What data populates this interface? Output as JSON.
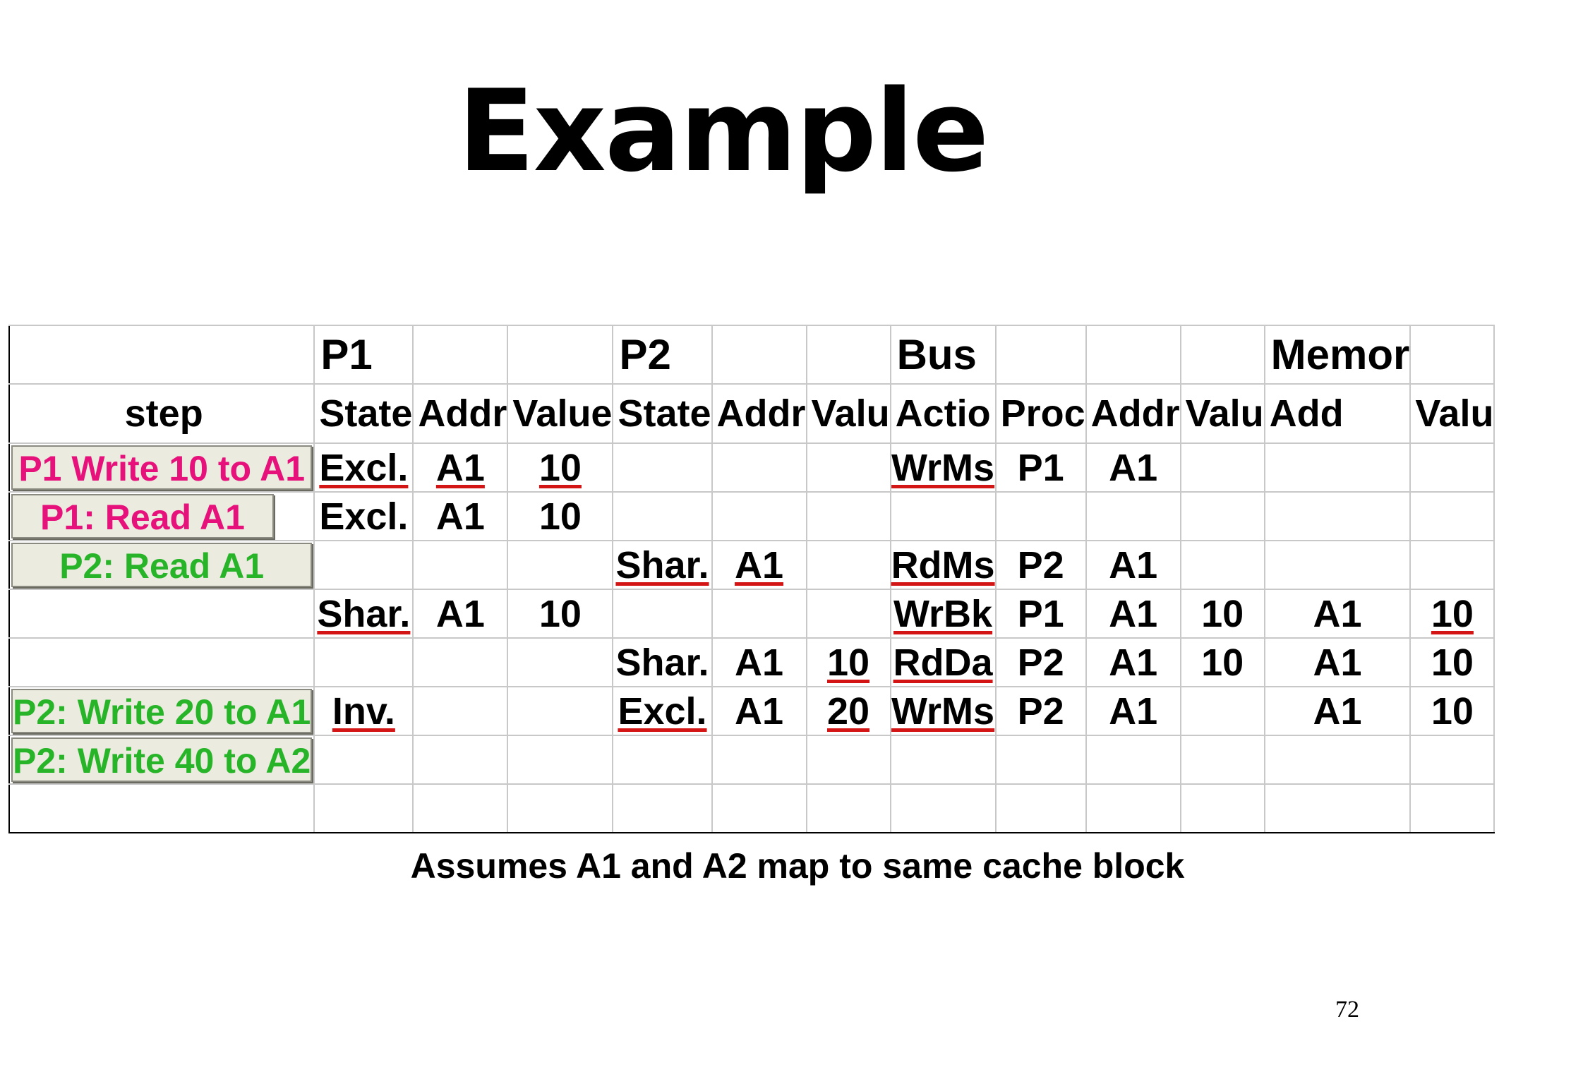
{
  "title": "Example",
  "caption": "Assumes A1 and A2 map to same cache block",
  "page_number": "72",
  "table": {
    "groups": {
      "p1": "P1",
      "p2": "P2",
      "bus": "Bus",
      "memory": "Memor"
    },
    "headers": [
      "step",
      "State",
      "Addr",
      "Value",
      "State",
      "Addr",
      "Valu",
      "Actio",
      "Proc",
      "Addr",
      "Valu",
      "Add",
      "Valu"
    ],
    "rows": [
      {
        "step": "P1 Write 10 to A1",
        "cells": [
          "Excl.",
          "A1",
          "10",
          "",
          "",
          "",
          "WrMs",
          "P1",
          "A1",
          "",
          "",
          ""
        ]
      },
      {
        "step": "P1: Read A1",
        "cells": [
          "Excl.",
          "A1",
          "10",
          "",
          "",
          "",
          "",
          "",
          "",
          "",
          "",
          ""
        ]
      },
      {
        "step": "P2: Read A1",
        "cells": [
          "",
          "",
          "",
          "Shar.",
          "A1",
          "",
          "RdMs",
          "P2",
          "A1",
          "",
          "",
          ""
        ]
      },
      {
        "step": "",
        "cells": [
          "Shar.",
          "A1",
          "10",
          "",
          "",
          "",
          "WrBk",
          "P1",
          "A1",
          "10",
          "A1",
          "10"
        ]
      },
      {
        "step": "",
        "cells": [
          "",
          "",
          "",
          "Shar.",
          "A1",
          "10",
          "RdDa",
          "P2",
          "A1",
          "10",
          "A1",
          "10"
        ]
      },
      {
        "step": "P2: Write 20 to A1",
        "cells": [
          "Inv.",
          "",
          "",
          "Excl.",
          "A1",
          "20",
          "WrMs",
          "P2",
          "A1",
          "",
          "A1",
          "10"
        ]
      },
      {
        "step": "P2: Write 40 to A2",
        "cells": [
          "",
          "",
          "",
          "",
          "",
          "",
          "",
          "",
          "",
          "",
          "",
          ""
        ]
      },
      {
        "step": "",
        "cells": [
          "",
          "",
          "",
          "",
          "",
          "",
          "",
          "",
          "",
          "",
          "",
          ""
        ]
      }
    ]
  }
}
